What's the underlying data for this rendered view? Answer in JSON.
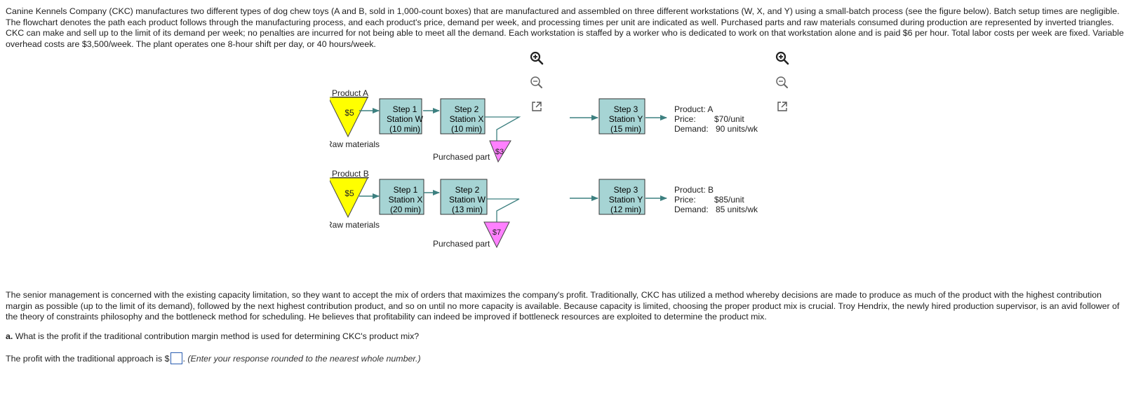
{
  "intro_text": "Canine Kennels Company (CKC) manufactures two different types of dog chew toys (A and B, sold in 1,000-count boxes) that are manufactured and assembled on three different workstations (W, X, and Y) using a small-batch process (see the figure below). Batch setup times are negligible. The flowchart denotes the path each product follows through the manufacturing process, and each product's price, demand per week, and processing times per unit are indicated as well. Purchased parts and raw materials consumed during production are represented by inverted triangles. CKC can make and sell up to the limit of its demand per week; no penalties are incurred for not being able to meet all the demand. Each workstation is staffed by a worker who is dedicated to work on that workstation alone and is paid $6 per hour. Total labor costs per week are fixed. Variable overhead costs are $3,500/week. The plant operates one 8-hour shift per day, or 40 hours/week.",
  "figure": {
    "product_a": {
      "label": "Product A",
      "raw_cost": "$5",
      "raw_label": "Raw materials",
      "step1": {
        "l1": "Step 1",
        "l2": "Station W",
        "l3": "(10 min)"
      },
      "step2": {
        "l1": "Step 2",
        "l2": "Station X",
        "l3": "(10 min)"
      },
      "purchased_cost": "$3",
      "purchased_label": "Purchased part",
      "step3": {
        "l1": "Step 3",
        "l2": "Station Y",
        "l3": "(15 min)"
      },
      "info": {
        "product": "Product:  A",
        "price_label": "Price:",
        "price": "$70/unit",
        "demand_label": "Demand:",
        "demand": "90 units/wk"
      }
    },
    "product_b": {
      "label": "Product B",
      "raw_cost": "$5",
      "raw_label": "Raw materials",
      "step1": {
        "l1": "Step 1",
        "l2": "Station X",
        "l3": "(20 min)"
      },
      "step2": {
        "l1": "Step 2",
        "l2": "Station W",
        "l3": "(13 min)"
      },
      "purchased_cost": "$7",
      "purchased_label": "Purchased part",
      "step3": {
        "l1": "Step 3",
        "l2": "Station Y",
        "l3": "(12 min)"
      },
      "info": {
        "product": "Product:  B",
        "price_label": "Price:",
        "price": "$85/unit",
        "demand_label": "Demand:",
        "demand": "85 units/wk"
      }
    },
    "colors": {
      "station_fill": "#a6d4d4",
      "raw_fill": "#ffff00",
      "purchased_fill": "#ff80ff",
      "arrow": "#3d8080"
    }
  },
  "para2_text": "The senior management is concerned with the existing capacity limitation, so they want to accept the mix of orders that maximizes the company's profit. Traditionally, CKC has utilized a method whereby decisions are made to produce as much of the product with the highest contribution margin as possible (up to the limit of its demand), followed by the next highest contribution product, and so on until no more capacity is available. Because capacity is limited, choosing the proper product mix is crucial. Troy Hendrix, the newly hired production supervisor, is an avid follower of the theory of constraints philosophy and the bottleneck method for scheduling. He believes that profitability can indeed be improved if bottleneck resources are exploited to determine the product mix.",
  "question": {
    "label": "a.",
    "text": "What is the profit if the traditional contribution margin method is used for determining CKC's product mix?"
  },
  "answer": {
    "prefix": "The profit with the traditional approach is $",
    "suffix": ".",
    "hint": "(Enter your response rounded to the nearest whole number.)"
  },
  "tools": {
    "zoom_in": "zoom-in-icon",
    "zoom_out": "zoom-out-icon",
    "popout": "popout-icon"
  }
}
